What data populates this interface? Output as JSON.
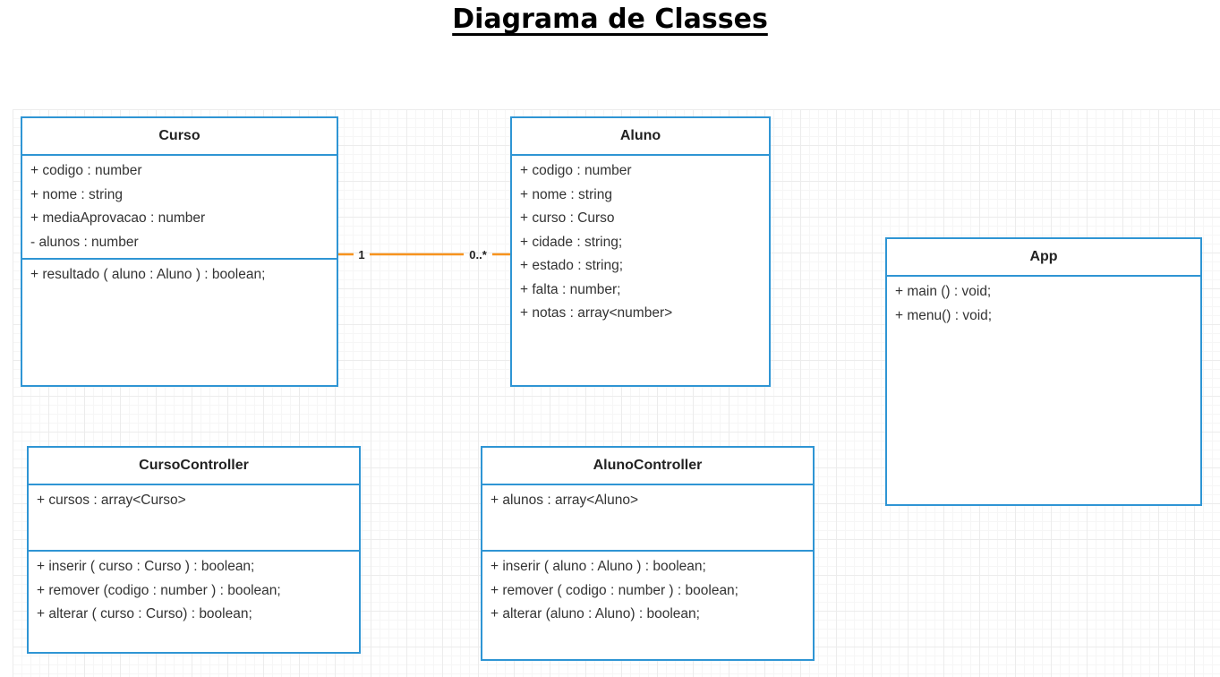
{
  "title": "Diagrama de Classes",
  "colors": {
    "class_border": "#2f95d4",
    "association_line": "#f7931e",
    "grid": "#ececec"
  },
  "classes": {
    "curso": {
      "name": "Curso",
      "attributes": [
        "+ codigo : number",
        "+ nome : string",
        "+ mediaAprovacao : number",
        "- alunos : number"
      ],
      "methods": [
        "+ resultado ( aluno : Aluno ) : boolean;"
      ]
    },
    "aluno": {
      "name": "Aluno",
      "attributes": [
        "+ codigo : number",
        "+ nome : string",
        "+ curso : Curso",
        "+ cidade : string;",
        "+ estado : string;",
        "+ falta : number;",
        "+ notas : array<number>"
      ]
    },
    "app": {
      "name": "App",
      "methods": [
        "+ main () : void;",
        "+ menu() : void;"
      ]
    },
    "curso_controller": {
      "name": "CursoController",
      "attributes": [
        "+ cursos : array<Curso>"
      ],
      "methods": [
        "+ inserir ( curso : Curso ) : boolean;",
        "+ remover (codigo : number ) : boolean;",
        "+ alterar ( curso : Curso) : boolean;"
      ]
    },
    "aluno_controller": {
      "name": "AlunoController",
      "attributes": [
        "+ alunos : array<Aluno>"
      ],
      "methods": [
        "+ inserir ( aluno : Aluno ) : boolean;",
        "+ remover ( codigo : number ) : boolean;",
        "+ alterar (aluno : Aluno) : boolean;"
      ]
    }
  },
  "association": {
    "source_multiplicity": "1",
    "target_multiplicity": "0..*"
  }
}
